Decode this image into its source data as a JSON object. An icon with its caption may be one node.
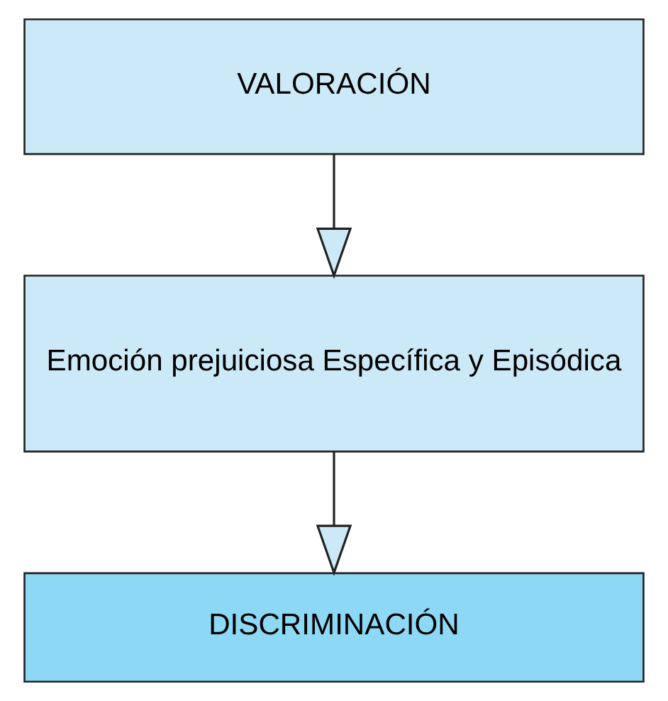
{
  "diagram": {
    "nodes": [
      {
        "text": [
          "VALORACIÓN"
        ]
      },
      {
        "text": [
          "Emoción prejuiciosa Específica y Episódica"
        ]
      },
      {
        "text": [
          "DISCRIMINACIÓN"
        ]
      }
    ],
    "edges": [
      {
        "from": 0,
        "to": 1,
        "arrow": "to"
      },
      {
        "from": 1,
        "to": 2,
        "arrow": "to"
      }
    ]
  }
}
